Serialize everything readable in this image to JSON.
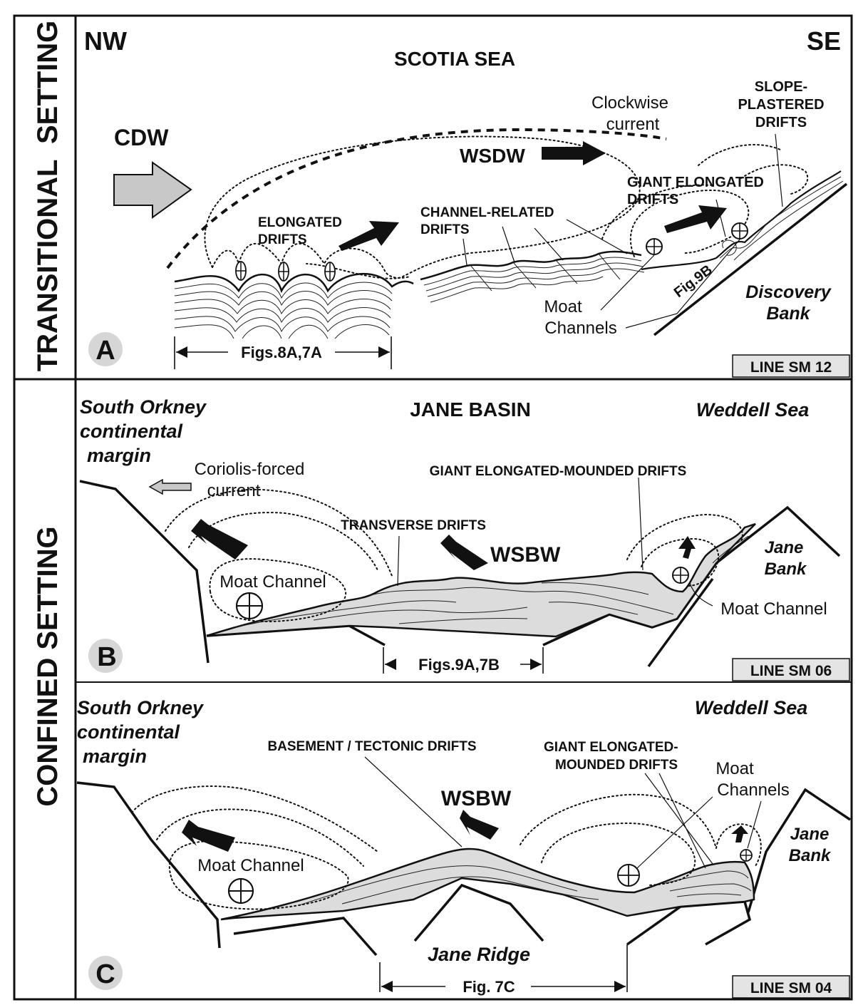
{
  "side_labels": {
    "top": "TRANSITIONAL  SETTING",
    "bottom": "CONFINED SETTING"
  },
  "panel_a": {
    "letter": "A",
    "nw": "NW",
    "se": "SE",
    "sea": "SCOTIA SEA",
    "cdw": "CDW",
    "clockwise": [
      "Clockwise",
      "current"
    ],
    "wsdw": "WSDW",
    "slope": [
      "SLOPE-",
      "PLASTERED",
      "DRIFTS"
    ],
    "giant": [
      "GIANT ELONGATED",
      "DRIFTS"
    ],
    "elongated": [
      "ELONGATED",
      "DRIFTS"
    ],
    "channel": [
      "CHANNEL-RELATED",
      "DRIFTS"
    ],
    "moat": [
      "Moat",
      "Channels"
    ],
    "fig9b": "Fig.9B",
    "discovery": [
      "Discovery",
      "Bank"
    ],
    "figs": "Figs.8A,7A",
    "line": "LINE SM 12"
  },
  "panel_b": {
    "letter": "B",
    "orkney": [
      "South Orkney",
      "continental",
      "margin"
    ],
    "basin": "JANE BASIN",
    "weddell": "Weddell Sea",
    "coriolis": [
      "Coriolis-forced",
      "current"
    ],
    "giant": "GIANT ELONGATED-MOUNDED DRIFTS",
    "transverse": "TRANSVERSE DRIFTS",
    "wsbw": "WSBW",
    "jane_bank": [
      "Jane",
      "Bank"
    ],
    "moat_left": "Moat Channel",
    "moat_right": "Moat Channel",
    "figs": "Figs.9A,7B",
    "line": "LINE SM 06"
  },
  "panel_c": {
    "letter": "C",
    "orkney": [
      "South Orkney",
      "continental",
      "margin"
    ],
    "weddell": "Weddell Sea",
    "basement": "BASEMENT / TECTONIC DRIFTS",
    "giant": [
      "GIANT ELONGATED-",
      "MOUNDED DRIFTS"
    ],
    "moat_channels": [
      "Moat",
      "Channels"
    ],
    "wsbw": "WSBW",
    "jane_bank": [
      "Jane",
      "Bank"
    ],
    "moat_left": "Moat Channel",
    "ridge": "Jane Ridge",
    "fig": "Fig. 7C",
    "line": "LINE SM 04"
  }
}
